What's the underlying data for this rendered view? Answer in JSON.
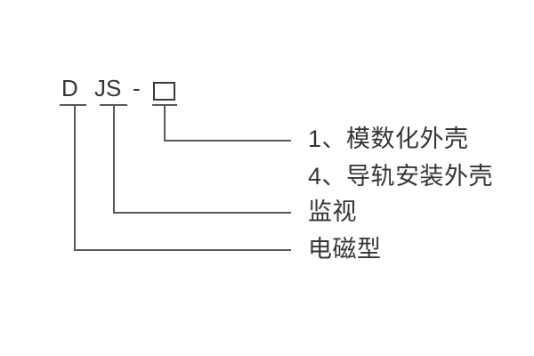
{
  "diagram": {
    "code": {
      "d": "D",
      "js": "JS",
      "dash": "-"
    },
    "meanings": {
      "box_options": [
        {
          "label": "1、模数化外壳"
        },
        {
          "label": "4、导轨安装外壳"
        }
      ],
      "js": "监视",
      "d": "电磁型"
    },
    "colors": {
      "text": "#353535",
      "line": "#58585a",
      "background": "#ffffff"
    }
  }
}
